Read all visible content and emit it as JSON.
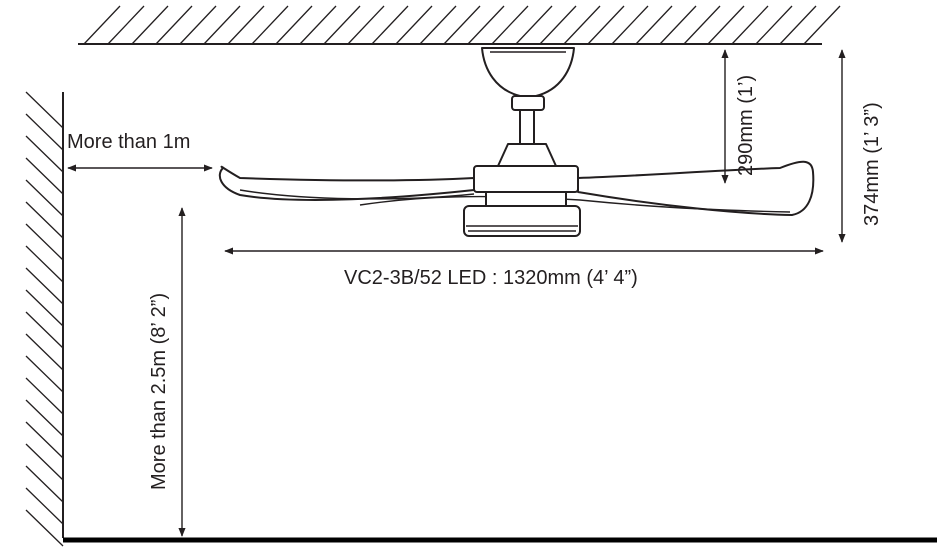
{
  "labels": {
    "wall_clearance": "More than 1m",
    "floor_clearance": "More than 2.5m (8’ 2”)",
    "drop_rod": "290mm (1’)",
    "total_drop": "374mm (1’ 3”)",
    "span": "VC2-3B/52 LED : 1320mm (4’ 4”)"
  },
  "colors": {
    "line": "#231f20",
    "background": "#ffffff"
  }
}
